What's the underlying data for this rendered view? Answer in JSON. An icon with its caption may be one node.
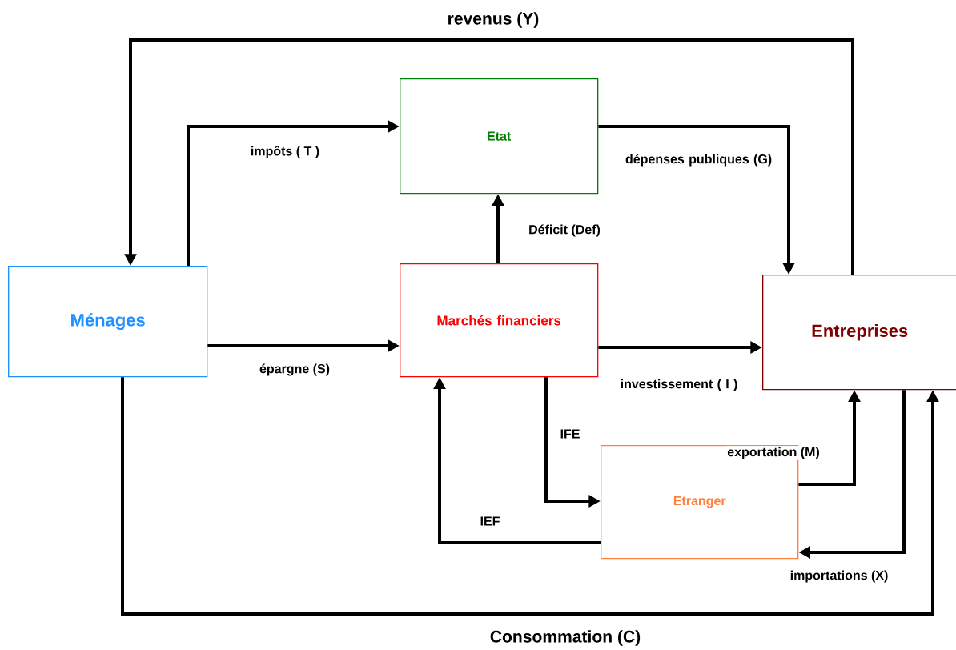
{
  "diagram": {
    "nodes": [
      {
        "text": [
          "Ménages"
        ]
      },
      {
        "text": [
          "Etat"
        ]
      },
      {
        "text": [
          "Marchés financiers"
        ]
      },
      {
        "text": [
          "Entreprises"
        ]
      },
      {
        "text": [
          "Etranger"
        ]
      }
    ],
    "edges": [
      {
        "from": 3,
        "to": 0,
        "arrow": "to",
        "label": "revenus (Y)"
      },
      {
        "from": 0,
        "to": 1,
        "arrow": "to",
        "label": "impôts ( T )"
      },
      {
        "from": 1,
        "to": 3,
        "arrow": "to",
        "label": "dépenses publiques (G)"
      },
      {
        "from": 2,
        "to": 1,
        "arrow": "to",
        "label": "Déficit (Def)"
      },
      {
        "from": 0,
        "to": 2,
        "arrow": "to",
        "label": "épargne (S)"
      },
      {
        "from": 2,
        "to": 3,
        "arrow": "to",
        "label": "investissement ( I )"
      },
      {
        "from": 2,
        "to": 4,
        "arrow": "to",
        "label": "IFE"
      },
      {
        "from": 4,
        "to": 2,
        "arrow": "to",
        "label": "IEF"
      },
      {
        "from": 4,
        "to": 3,
        "arrow": "to",
        "label": "exportation (M)"
      },
      {
        "from": 3,
        "to": 4,
        "arrow": "to",
        "label": "importations (X)"
      },
      {
        "from": 0,
        "to": 3,
        "arrow": "to",
        "label": "Consommation (C)"
      }
    ]
  }
}
